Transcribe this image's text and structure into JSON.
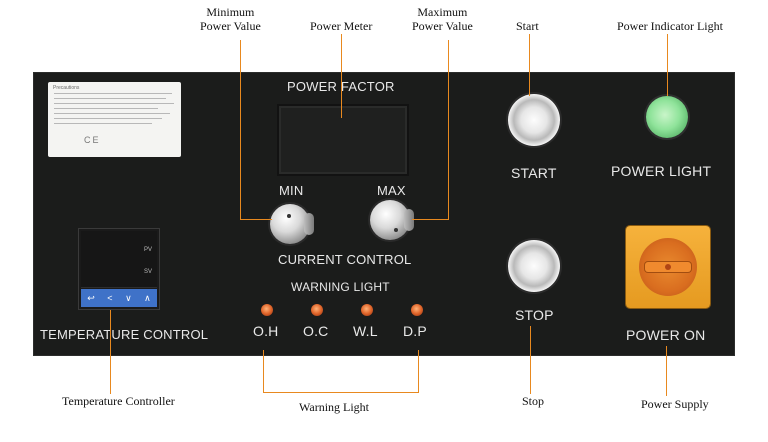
{
  "callouts": {
    "minimum_power_value": [
      "Minimum",
      "Power Value"
    ],
    "power_meter": "Power Meter",
    "maximum_power_value": [
      "Maximum",
      "Power Value"
    ],
    "start": "Start",
    "power_indicator_light": "Power Indicator Light",
    "temperature_controller": "Temperature Controller",
    "warning_light": "Warning Light",
    "stop": "Stop",
    "power_supply": "Power Supply"
  },
  "panel": {
    "power_factor": "POWER FACTOR",
    "min": "MIN",
    "max": "MAX",
    "current_control": "CURRENT CONTROL",
    "warning_light": "WARNING LIGHT",
    "warnings": [
      "O.H",
      "O.C",
      "W.L",
      "D.P"
    ],
    "start": "START",
    "stop": "STOP",
    "power_light": "POWER LIGHT",
    "power_on": "POWER ON",
    "temperature_control": "TEMPERATURE CONTROL",
    "notice_title": "Precautions",
    "notice_certs": "CE",
    "controller_labels": [
      "PV",
      "SV"
    ],
    "controller_keys": [
      "↩",
      "<",
      "∨",
      "∧"
    ]
  },
  "colors": {
    "panel": "#1b1c1b",
    "leader_line": "#e8891f",
    "power_light": "#8fe39a",
    "warning_led": "#e0652a",
    "switch_body": "#f6b23c",
    "controller_keys": "#3f72c8"
  },
  "icons": {
    "power_light": "green-indicator-lamp",
    "warning_leds": "amber-indicator-lamp",
    "start": "push-button",
    "stop": "push-button",
    "min_knob": "rotary-knob",
    "max_knob": "rotary-knob",
    "power_switch": "rotary-isolator-switch"
  }
}
